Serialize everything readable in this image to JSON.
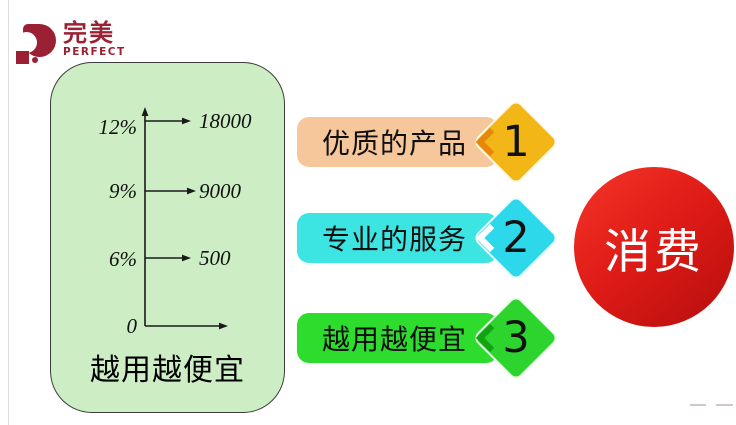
{
  "logo": {
    "brand_cn": "完美",
    "brand_en": "PERFECT",
    "color": "#9c2033"
  },
  "panel": {
    "bg_color": "#cdeec5",
    "caption": "越用越便宜",
    "axis_rows": [
      {
        "percent": "12%",
        "value": "18000"
      },
      {
        "percent": "9%",
        "value": "9000"
      },
      {
        "percent": "6%",
        "value": "500"
      },
      {
        "percent": "0",
        "value": ""
      }
    ]
  },
  "chart_data": {
    "type": "table",
    "title": "越用越便宜",
    "columns": [
      "percent",
      "value"
    ],
    "rows": [
      [
        "12%",
        18000
      ],
      [
        "9%",
        9000
      ],
      [
        "6%",
        500
      ],
      [
        "0",
        null
      ]
    ],
    "notes": "axis diagram: vertical percent axis with arrows pointing to values"
  },
  "items": [
    {
      "label": "优质的产品",
      "number": "1",
      "banner_color": "#f6c79b",
      "diamond_color": "#f2b616",
      "chevron_color": "#e8870e"
    },
    {
      "label": "专业的服务",
      "number": "2",
      "banner_color": "#3ce5e2",
      "diamond_color": "#2cd8ea",
      "chevron_color": "#ffffff"
    },
    {
      "label": "越用越便宜",
      "number": "3",
      "banner_color": "#2edc2e",
      "diamond_color": "#2ed42e",
      "chevron_color": "#12a312"
    }
  ],
  "result": {
    "label": "消费",
    "color": "#e2211c"
  }
}
